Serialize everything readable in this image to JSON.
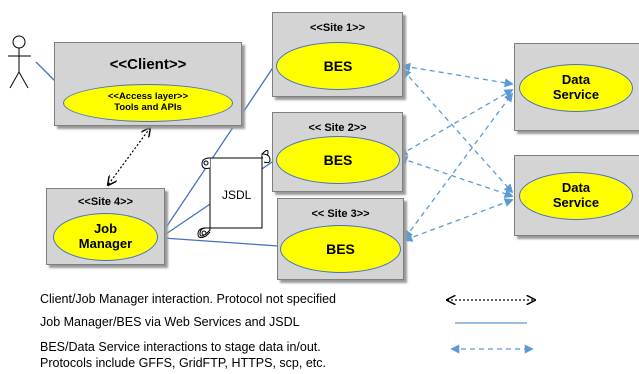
{
  "client": {
    "title": "<<Client>>",
    "access_line1": "<<Access layer>>",
    "access_line2": "Tools and APIs"
  },
  "site4": {
    "title": "<<Site 4>>",
    "job_line1": "Job",
    "job_line2": "Manager"
  },
  "site1": {
    "title": "<<Site 1>>",
    "bes": "BES"
  },
  "site2": {
    "title": "<< Site 2>>",
    "bes": "BES"
  },
  "site3": {
    "title": "<< Site 3>>",
    "bes": "BES"
  },
  "data_service_1": {
    "line1": "Data",
    "line2": "Service"
  },
  "data_service_2": {
    "line1": "Data",
    "line2": "Service"
  },
  "jsdl": {
    "label": "JSDL"
  },
  "legend": {
    "client_jm": "Client/Job Manager interaction. Protocol not specified",
    "jm_bes": "Job Manager/BES  via Web Services and JSDL",
    "bes_ds_line1": "BES/Data Service interactions to stage data in/out.",
    "bes_ds_line2": "Protocols include GFFS, GridFTP, HTTPS, scp, etc."
  },
  "colors": {
    "box_fill": "#d4d4d4",
    "ellipse_fill": "#ffff00",
    "line_blue": "#4472c4",
    "arrow_blue": "#5b9bd5"
  }
}
